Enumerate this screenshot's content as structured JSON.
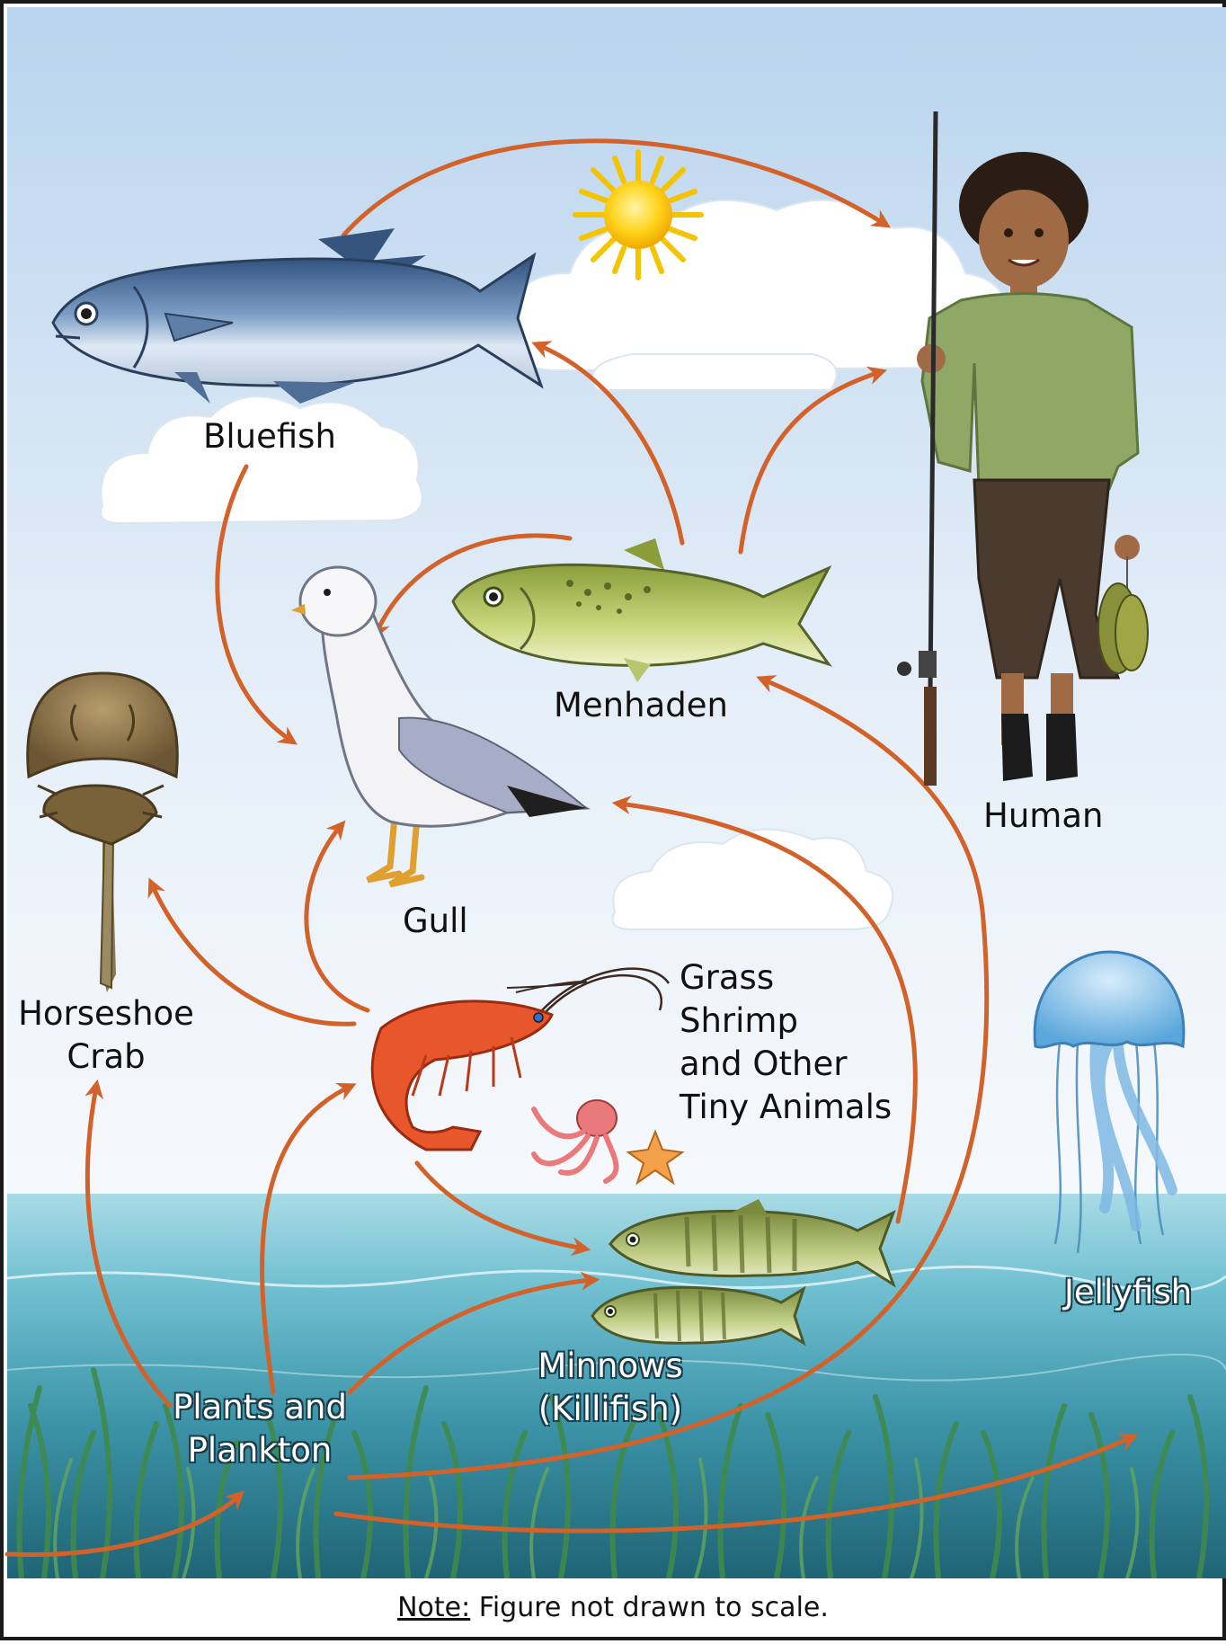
{
  "organisms": {
    "bluefish": "Bluefish",
    "menhaden": "Menhaden",
    "human": "Human",
    "gull": "Gull",
    "horseshoe_crab": [
      "Horseshoe",
      "Crab"
    ],
    "grass_shrimp": [
      "Grass",
      "Shrimp",
      "and Other",
      "Tiny Animals"
    ],
    "jellyfish": "Jellyfish",
    "minnows": [
      "Minnows",
      "(Killifish)"
    ],
    "plants_plankton": [
      "Plants and",
      "Plankton"
    ]
  },
  "note": {
    "label": "Note:",
    "text": " Figure not drawn to scale."
  },
  "arrows": [
    {
      "from": "Bluefish",
      "to": "Human"
    },
    {
      "from": "Bluefish",
      "to": "Gull"
    },
    {
      "from": "Menhaden",
      "to": "Bluefish"
    },
    {
      "from": "Menhaden",
      "to": "Human"
    },
    {
      "from": "Menhaden",
      "to": "Gull"
    },
    {
      "from": "Grass Shrimp and Other Tiny Animals",
      "to": "Gull"
    },
    {
      "from": "Grass Shrimp and Other Tiny Animals",
      "to": "Horseshoe Crab"
    },
    {
      "from": "Grass Shrimp and Other Tiny Animals",
      "to": "Minnows (Killifish)"
    },
    {
      "from": "Minnows (Killifish)",
      "to": "Gull"
    },
    {
      "from": "Plants and Plankton",
      "to": "Horseshoe Crab"
    },
    {
      "from": "Plants and Plankton",
      "to": "Grass Shrimp and Other Tiny Animals"
    },
    {
      "from": "Plants and Plankton",
      "to": "Minnows (Killifish)"
    },
    {
      "from": "Plants and Plankton",
      "to": "Menhaden"
    },
    {
      "from": "Plants and Plankton",
      "to": "Jellyfish"
    }
  ],
  "colors": {
    "arrow": "#d2622a",
    "sky_top": "#bcd6ee",
    "sky_bottom": "#f2f7fc",
    "water_top": "#9dd3df",
    "water_bottom": "#2f7f92",
    "seagrass": "#3f8a4c",
    "sun": "#f7d117"
  }
}
